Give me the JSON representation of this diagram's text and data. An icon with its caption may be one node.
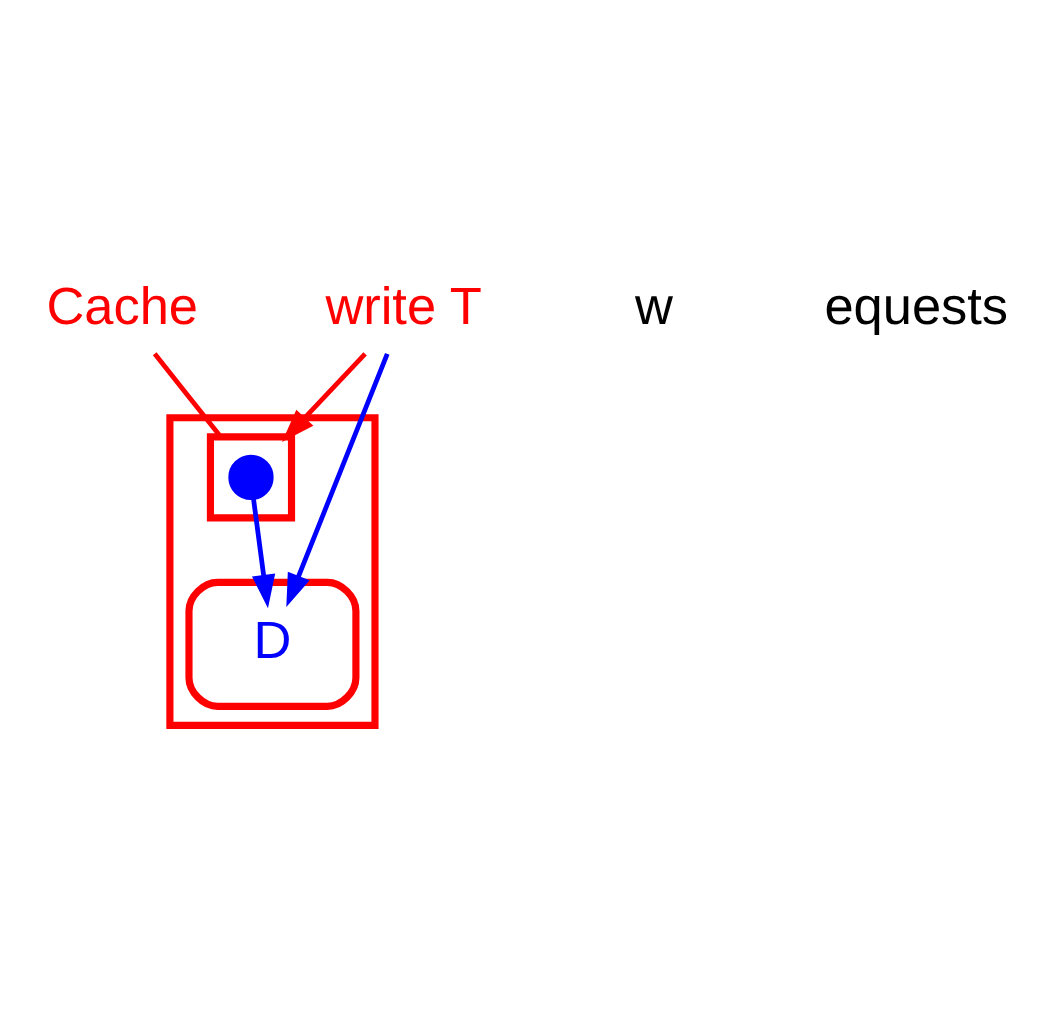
{
  "diagram": {
    "nodes": [
      {
        "text": [],
        "shape": "box"
      },
      {
        "text": [],
        "shape": "box",
        "in": 0
      },
      {
        "text": [],
        "shape": "circle",
        "in": 1
      },
      {
        "text": [],
        "shape": "cylinder",
        "in": 0
      },
      {
        "text": [
          "D"
        ],
        "in": 3
      },
      {
        "text": [
          "write T"
        ]
      },
      {
        "text": [
          "Cache"
        ]
      }
    ],
    "edges": [
      {
        "from": 5,
        "to": 1,
        "arrow": "to",
        "color": "#ff0000"
      },
      {
        "from": 5,
        "to": 4,
        "arrow": "to",
        "color": "#0000ff"
      },
      {
        "from": 2,
        "to": 4,
        "arrow": "to",
        "color": "#0000ff"
      },
      {
        "from": 6,
        "to": 1,
        "arrow": "none",
        "color": "#ff0000"
      }
    ],
    "labels": [
      "w",
      "equests"
    ]
  }
}
